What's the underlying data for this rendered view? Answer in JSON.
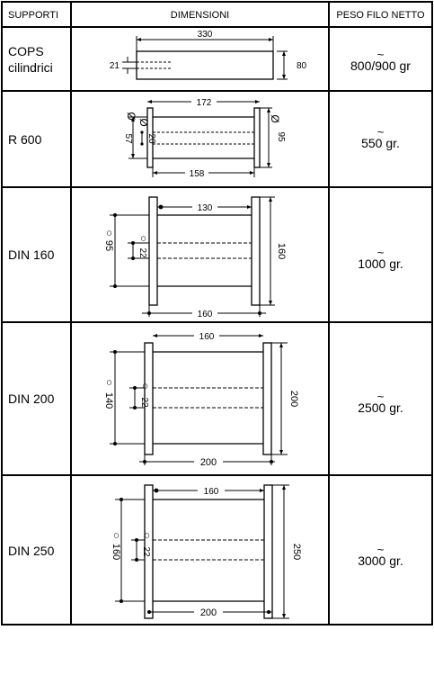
{
  "header": {
    "col_supports": "SUPPORTI",
    "col_dimensions": "DIMENSIONI",
    "col_weight": "PESO FILO NETTO"
  },
  "rows": [
    {
      "name_line1": "COPS",
      "name_line2": "cilindrici",
      "weight_symbol": "~",
      "weight": "800/900 gr",
      "dims": {
        "length": "330",
        "bore": "21",
        "diameter": "80"
      }
    },
    {
      "name_line1": "R 600",
      "weight_symbol": "~",
      "weight": "550 gr.",
      "dims": {
        "overall_length": "172",
        "barrel_length": "158",
        "flange_diameter": "95",
        "barrel_diameter": "57",
        "bore": "20",
        "diameter_symbol": "Ø"
      }
    },
    {
      "name_line1": "DIN 160",
      "weight_symbol": "~",
      "weight": "1000 gr.",
      "dims": {
        "inner_length": "130",
        "overall_length": "160",
        "flange_diameter": "160",
        "barrel_diameter": "95",
        "bore": "22",
        "diameter_symbol": "○"
      }
    },
    {
      "name_line1": "DIN 200",
      "weight_symbol": "~",
      "weight": "2500 gr.",
      "dims": {
        "inner_length": "160",
        "overall_length": "200",
        "flange_diameter": "200",
        "barrel_diameter": "140",
        "bore": "22",
        "diameter_symbol": "○"
      }
    },
    {
      "name_line1": "DIN 250",
      "weight_symbol": "~",
      "weight": "3000 gr.",
      "dims": {
        "inner_length": "160",
        "overall_length": "200",
        "flange_diameter": "250",
        "barrel_diameter": "160",
        "bore": "22",
        "diameter_symbol": "○"
      }
    }
  ]
}
